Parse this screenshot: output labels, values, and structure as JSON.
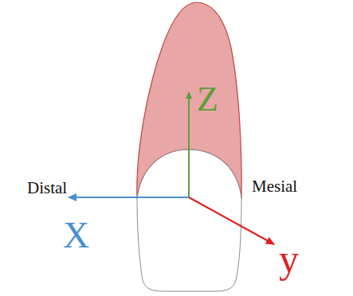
{
  "diagram": {
    "labels": [
      "Z",
      "Distal",
      "Mesial",
      "X",
      "y"
    ]
  }
}
